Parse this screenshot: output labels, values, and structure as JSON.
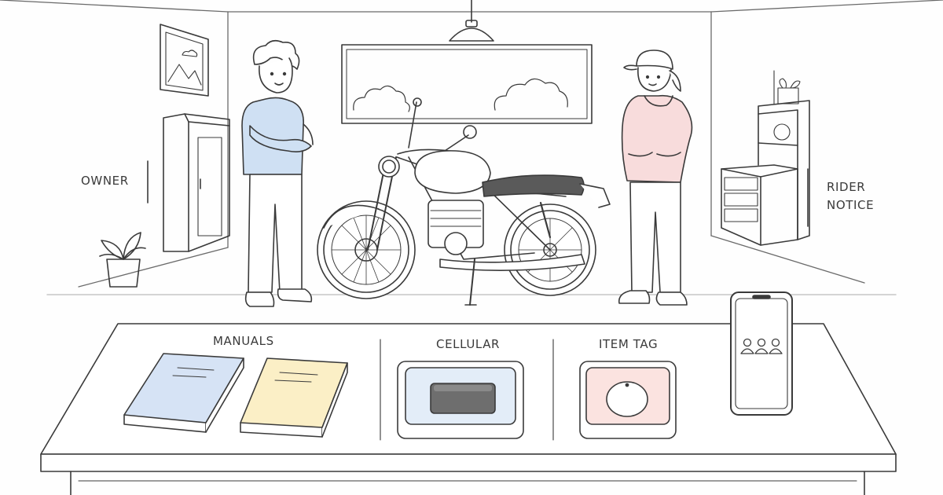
{
  "labels": {
    "owner": "OWNER",
    "rider_line1": "RIDER",
    "rider_line2": "NOTICE",
    "manuals": "MANUALS",
    "cellular": "CELLULAR",
    "item_tag": "ITEM TAG"
  },
  "colors": {
    "ink": "#3a3a3a",
    "owner_sweater": "#cfe0f3",
    "rider_hoodie": "#f8dcdc",
    "manual_blue": "#d6e3f5",
    "manual_yellow": "#fbefc6",
    "cellular_tray": "#e3edf8",
    "tag_tray": "#fbe3e0",
    "seat": "#5a5a5a"
  },
  "icons": {
    "phone_screen": "people-group-icon"
  }
}
